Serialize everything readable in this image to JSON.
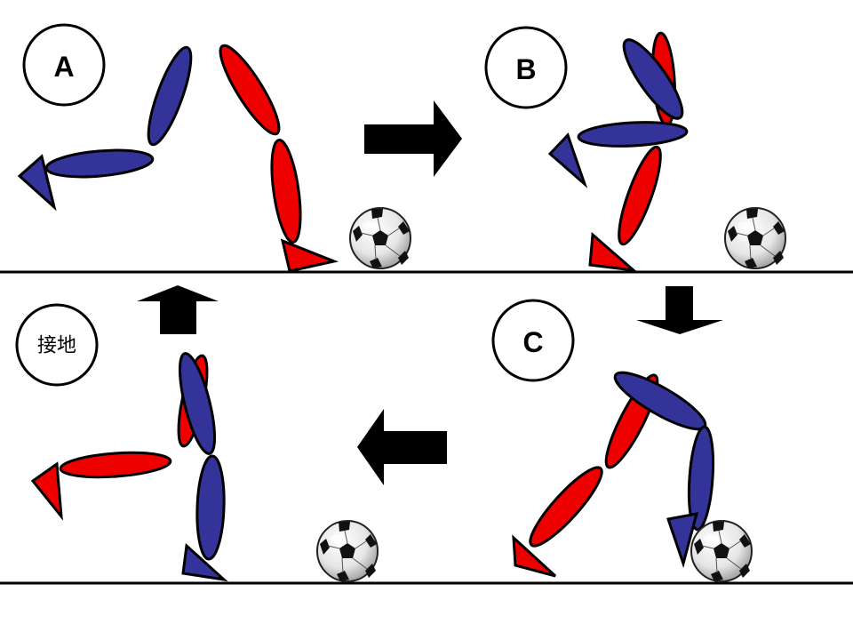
{
  "colors": {
    "leg_red": "#ee0000",
    "leg_blue": "#333399",
    "outline": "#000000",
    "arrow": "#000000",
    "background": "#ffffff"
  },
  "panels": [
    {
      "id": "A",
      "label": "A"
    },
    {
      "id": "B",
      "label": "B"
    },
    {
      "id": "C",
      "label": "C"
    },
    {
      "id": "landing",
      "label": "接地"
    }
  ],
  "arrows": [
    {
      "from": "A",
      "to": "B",
      "direction": "right"
    },
    {
      "from": "B",
      "to": "C",
      "direction": "down"
    },
    {
      "from": "C",
      "to": "landing",
      "direction": "left"
    },
    {
      "from": "landing",
      "to": "A",
      "direction": "up"
    }
  ],
  "icons": {
    "ball": "soccer-ball-icon",
    "arrow": "block-arrow-icon"
  }
}
